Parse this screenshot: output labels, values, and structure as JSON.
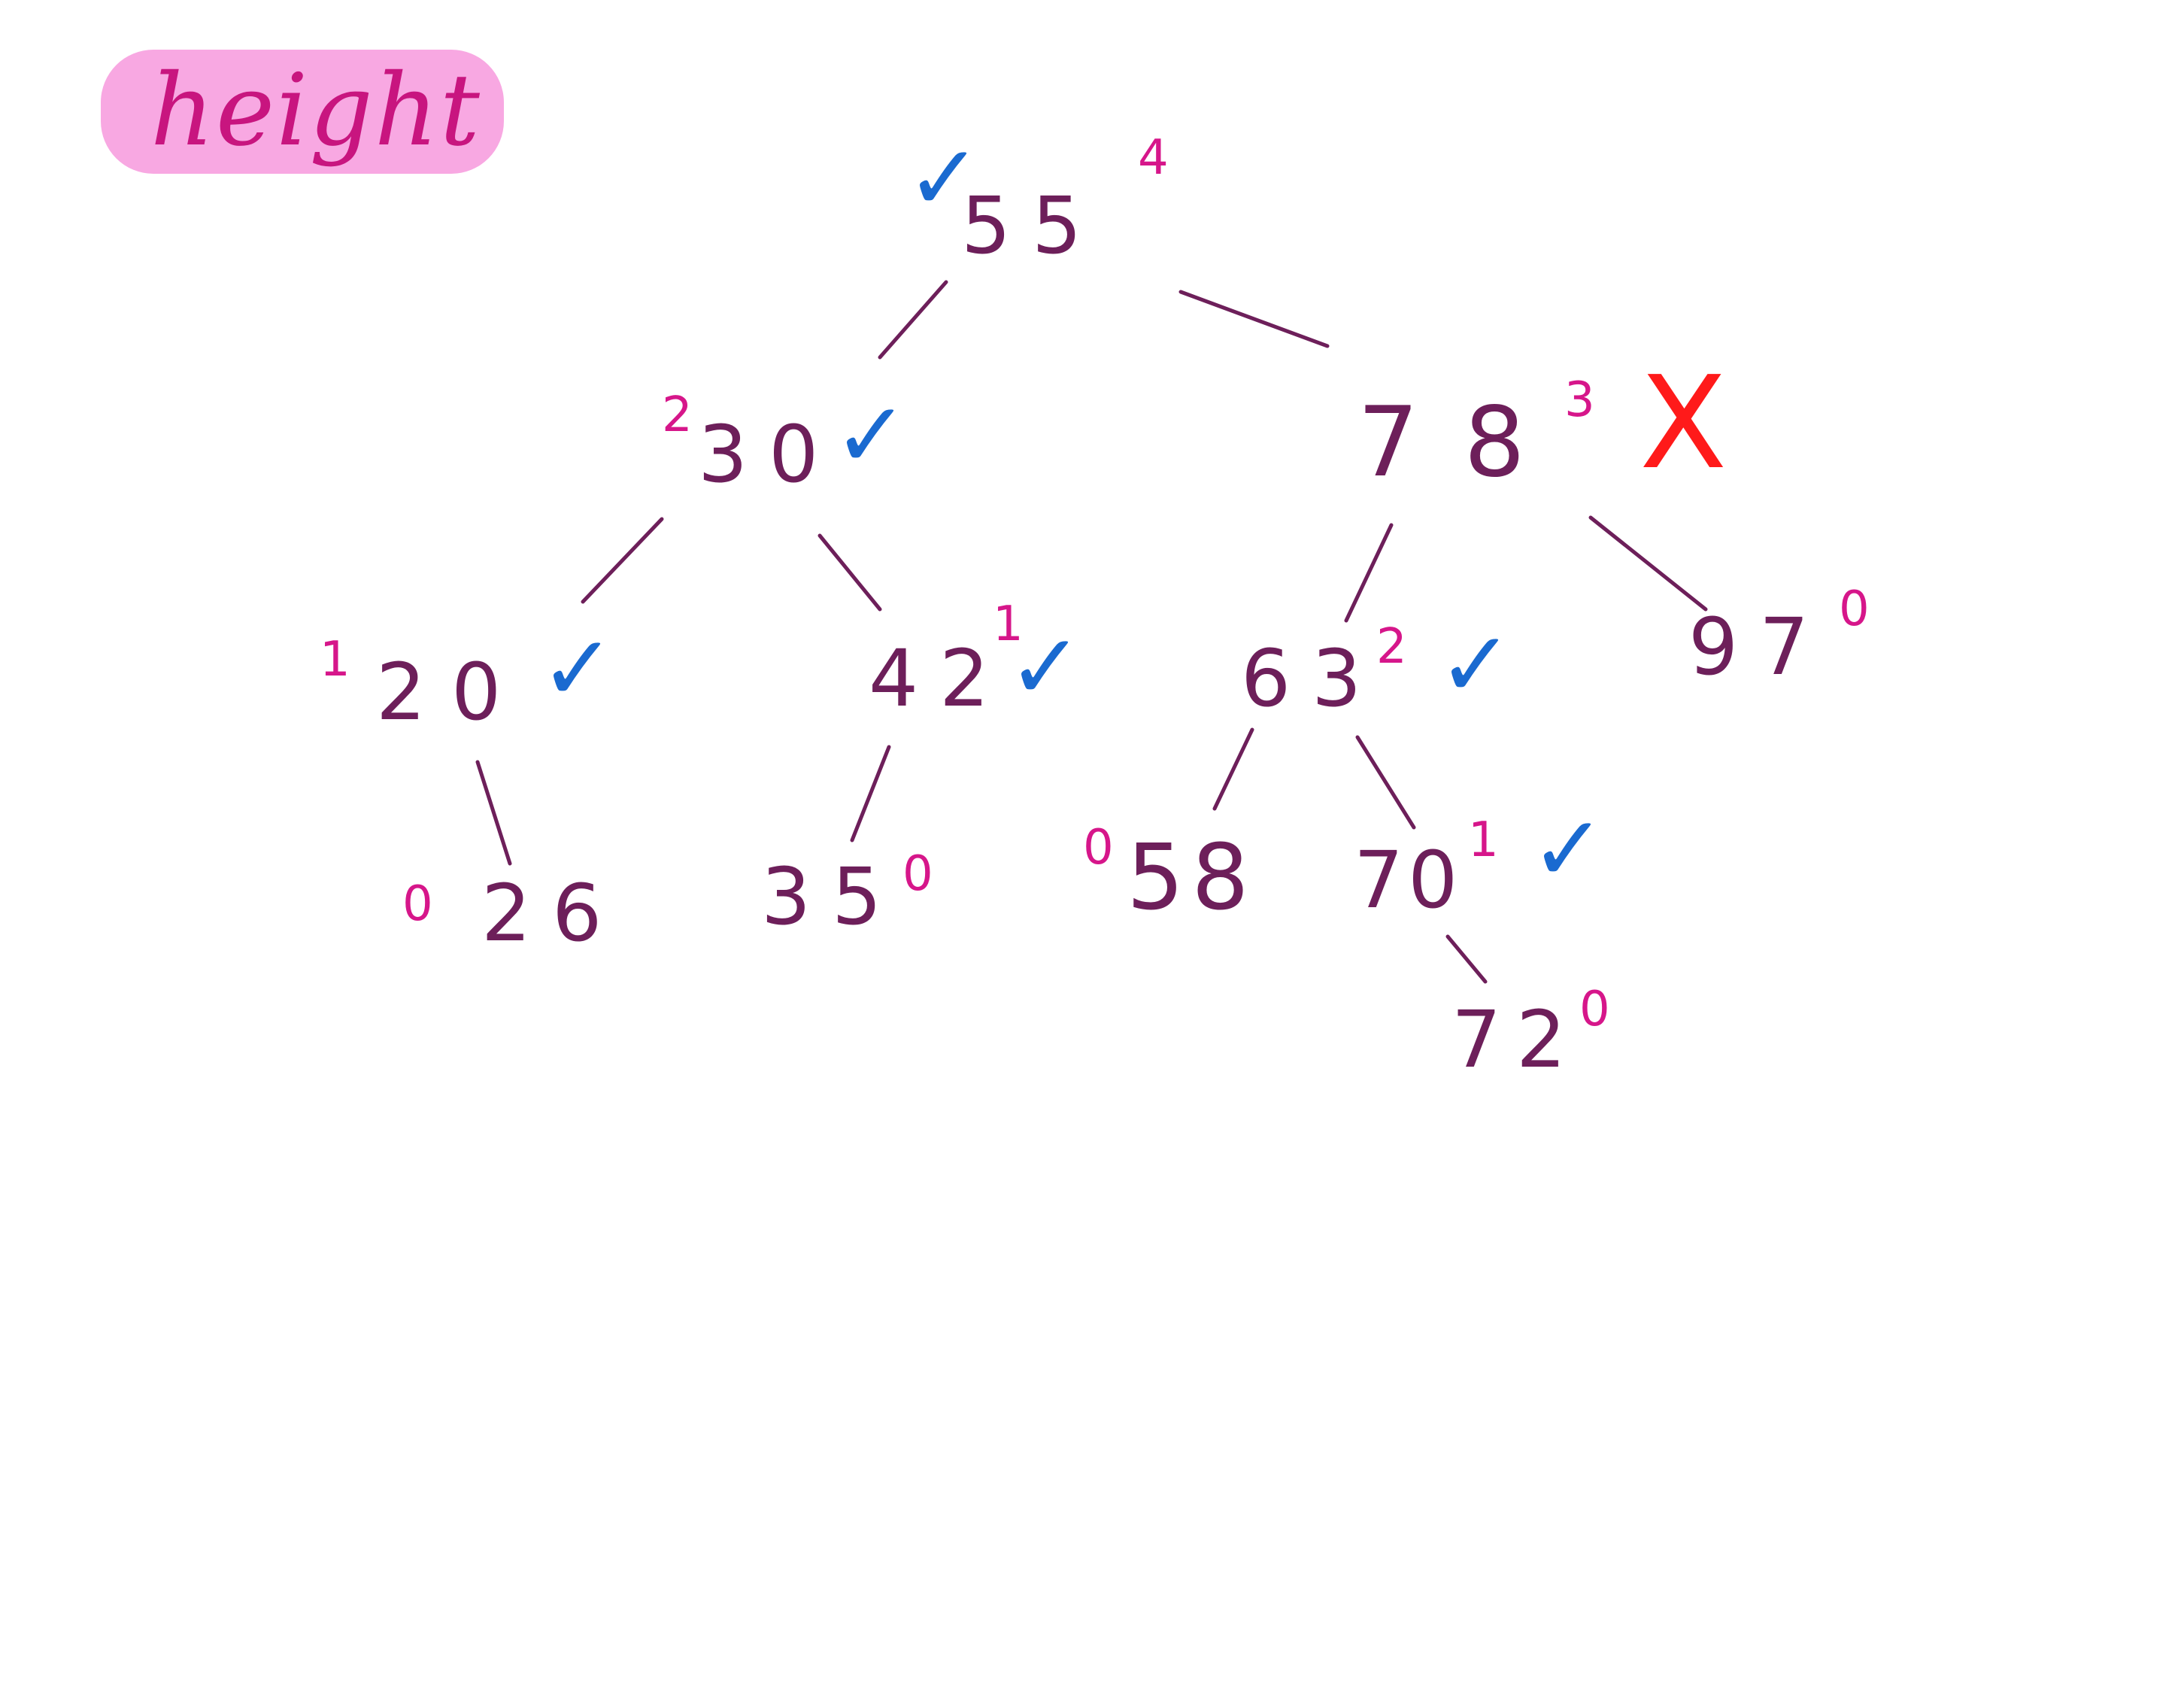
{
  "title": "height",
  "colors": {
    "highlight": "#f8a8e2",
    "title_ink": "#c8157f",
    "node_ink": "#6d1f5a",
    "height_ink": "#d6168a",
    "check_ink": "#1a6ad0",
    "cross_ink": "#ff1a1a"
  },
  "marks": {
    "check": "✓",
    "cross": "X"
  },
  "nodes": {
    "n55": {
      "value": "55",
      "height": "4",
      "check": true
    },
    "n30": {
      "value": "30",
      "height": "2",
      "check": true
    },
    "n78": {
      "value": "78",
      "height": "3",
      "cross": true
    },
    "n20": {
      "value": "20",
      "height": "1",
      "check": true
    },
    "n42": {
      "value": "42",
      "height": "1",
      "check": true
    },
    "n63": {
      "value": "63",
      "height": "2",
      "check": true
    },
    "n97": {
      "value": "97",
      "height": "0"
    },
    "n26": {
      "value": "26",
      "height": "0"
    },
    "n35": {
      "value": "35",
      "height": "0"
    },
    "n58": {
      "value": "58",
      "height": "0"
    },
    "n70": {
      "value": "70",
      "height": "1",
      "check": true
    },
    "n72": {
      "value": "72",
      "height": "0"
    }
  }
}
